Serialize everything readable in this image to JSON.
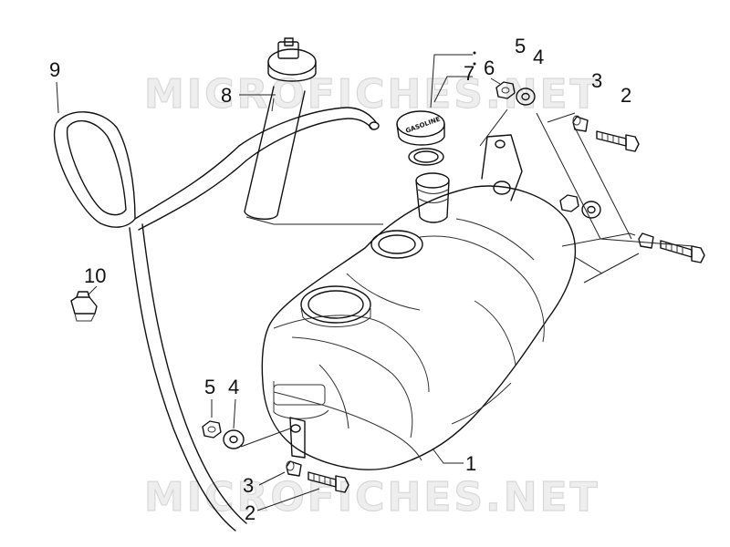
{
  "watermark": {
    "top": "MICROFICHES.NET",
    "bottom": "MICROFICHES.NET"
  },
  "cap_label": "GASOLINE",
  "callouts": [
    {
      "id": "label-1",
      "text": "1"
    },
    {
      "id": "label-2-top",
      "text": "2"
    },
    {
      "id": "label-2-bottom",
      "text": "2"
    },
    {
      "id": "label-3-top",
      "text": "3"
    },
    {
      "id": "label-3-bottom",
      "text": "3"
    },
    {
      "id": "label-4-top",
      "text": "4"
    },
    {
      "id": "label-4-bottom",
      "text": "4"
    },
    {
      "id": "label-5-top",
      "text": "5"
    },
    {
      "id": "label-5-bottom",
      "text": "5"
    },
    {
      "id": "label-6",
      "text": "6"
    },
    {
      "id": "label-7",
      "text": "7"
    },
    {
      "id": "label-8",
      "text": "8"
    },
    {
      "id": "label-9",
      "text": "9"
    },
    {
      "id": "label-10",
      "text": "10"
    }
  ]
}
